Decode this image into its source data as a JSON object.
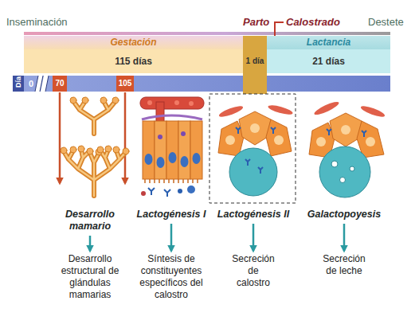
{
  "diagram": {
    "nodes": [
      {
        "text": [
          "Gestación"
        ]
      },
      {
        "text": [
          "Lactancia"
        ]
      },
      {
        "text": [
          "115 días"
        ]
      },
      {
        "text": [
          "1 día"
        ]
      },
      {
        "text": [
          "21 días"
        ]
      },
      {
        "text": [
          "Día",
          "0"
        ]
      },
      {
        "text": [
          "70"
        ],
        "in": 5
      },
      {
        "text": [
          "105"
        ],
        "in": 5
      },
      {
        "text": [
          "Desarrollo mamario"
        ]
      },
      {
        "text": [
          "Lactogénesis I"
        ]
      },
      {
        "text": [
          "Lactogénesis II"
        ]
      },
      {
        "text": [
          "Galactopoyesis"
        ]
      },
      {
        "text": [
          "Desarrollo estructural de glándulas mamarias"
        ]
      },
      {
        "text": [
          "Síntesis de constituyentes específicos del calostro"
        ]
      },
      {
        "text": [
          "Secreción de calostro"
        ]
      },
      {
        "text": [
          "Secreción de leche"
        ]
      }
    ],
    "edges": [
      {
        "from": 8,
        "to": 12,
        "arrow": "to"
      },
      {
        "from": 9,
        "to": 13,
        "arrow": "to"
      },
      {
        "from": 10,
        "to": 14,
        "arrow": "to"
      },
      {
        "from": 11,
        "to": 15,
        "arrow": "to"
      }
    ],
    "labels": [
      "Inseminación",
      "Parto",
      "Calostrado",
      "Destete"
    ]
  }
}
